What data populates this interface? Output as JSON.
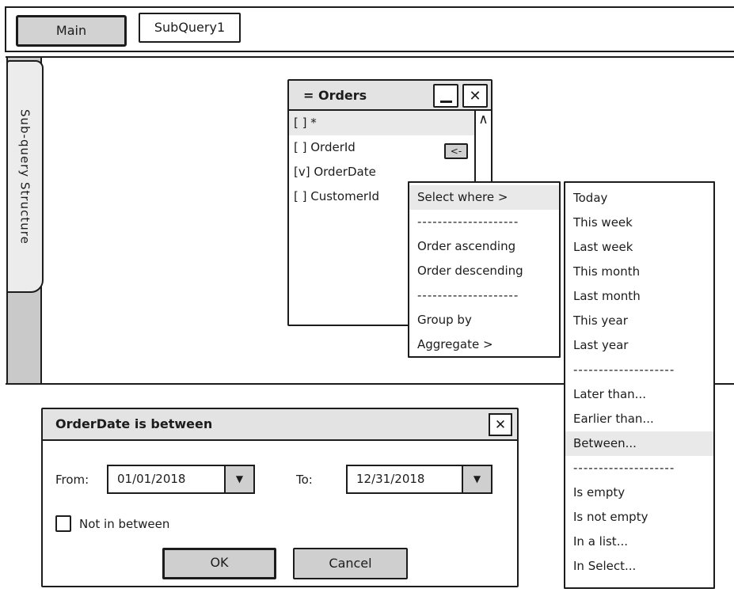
{
  "colors": {
    "border": "#1c1c1c",
    "panel_gray": "#e3e3e3",
    "control_gray": "#cfcfcf",
    "selected_tab_gray": "#d2d2d2",
    "highlight_row_gray": "#e9e9e9",
    "rail_gray": "#c9c9c9"
  },
  "tabs": {
    "main_label": "Main",
    "subquery_label": "SubQuery1"
  },
  "side_tab": {
    "label": "Sub-query Structure"
  },
  "orders_window": {
    "title": "= Orders",
    "icons": {
      "minimize": "minimize-icon",
      "close": "close-icon",
      "scroll_up": "chevron-up-icon"
    },
    "close_glyph": "✕",
    "scroll_up_glyph": "∧",
    "move_button_label": "<-",
    "fields": [
      {
        "label": "[ ] *",
        "selected": true
      },
      {
        "label": "[ ] OrderId",
        "has_move_button": true
      },
      {
        "label": "[v] OrderDate"
      },
      {
        "label": "[ ] CustomerId"
      }
    ]
  },
  "context_menu": {
    "items": [
      {
        "label": "Select where >",
        "highlighted": true
      },
      {
        "label": "--------------------",
        "separator": true
      },
      {
        "label": "Order ascending"
      },
      {
        "label": "Order descending"
      },
      {
        "label": "--------------------",
        "separator": true
      },
      {
        "label": "Group by"
      },
      {
        "label": "Aggregate >"
      }
    ]
  },
  "submenu": {
    "items": [
      {
        "label": "Today"
      },
      {
        "label": "This week"
      },
      {
        "label": "Last week"
      },
      {
        "label": "This month"
      },
      {
        "label": "Last month"
      },
      {
        "label": "This year"
      },
      {
        "label": "Last year"
      },
      {
        "label": "--------------------",
        "separator": true
      },
      {
        "label": "Later than..."
      },
      {
        "label": "Earlier than..."
      },
      {
        "label": "Between...",
        "highlighted": true
      },
      {
        "label": "--------------------",
        "separator": true
      },
      {
        "label": "Is empty"
      },
      {
        "label": "Is not empty"
      },
      {
        "label": "In a list..."
      },
      {
        "label": "In Select..."
      }
    ]
  },
  "dialog": {
    "title": "OrderDate is between",
    "close_glyph": "✕",
    "from_label": "From:",
    "from_value": "01/01/2018",
    "to_label": "To:",
    "to_value": "12/31/2018",
    "dropdown_glyph": "▼",
    "checkbox_label": "Not in between",
    "checkbox_checked": false,
    "ok_label": "OK",
    "cancel_label": "Cancel"
  }
}
